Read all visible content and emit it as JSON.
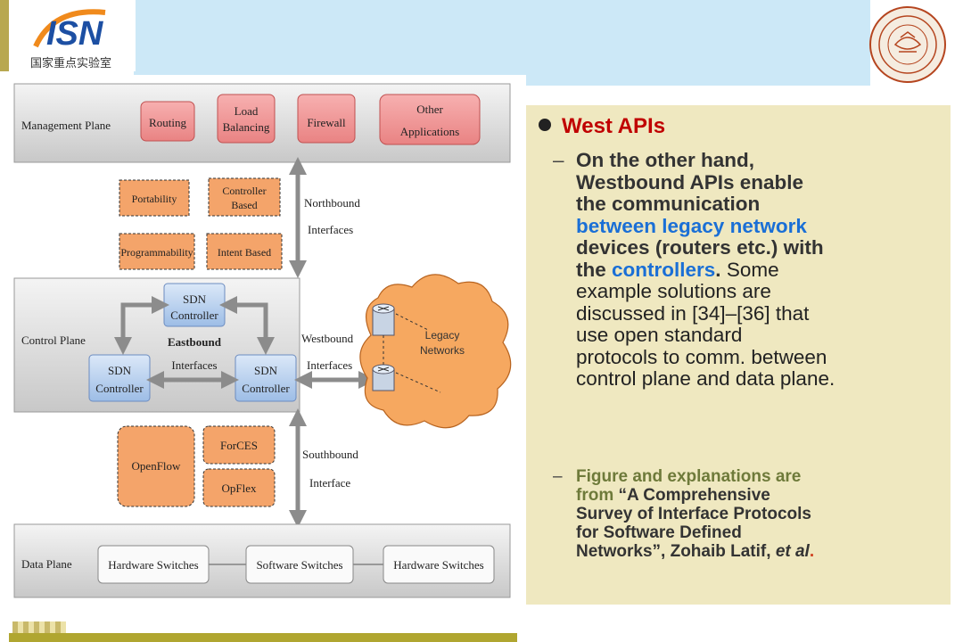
{
  "logo": {
    "text": "国家重点实验室",
    "wordmark": "ISN"
  },
  "diagram": {
    "planes": {
      "management": "Management Plane",
      "control": "Control Plane",
      "data": "Data Plane"
    },
    "apps": [
      "Routing",
      "Load",
      "Balancing",
      "Firewall",
      "Other",
      "Applications"
    ],
    "northbound_features": [
      "Portability",
      "Controller",
      "Based",
      "Programmability",
      "Intent Based"
    ],
    "interfaces": {
      "northbound": [
        "Northbound",
        "Interfaces"
      ],
      "westbound": [
        "Westbound",
        "Interfaces"
      ],
      "eastbound": [
        "Eastbound",
        "Interfaces"
      ],
      "southbound": [
        "Southbound",
        "Interface"
      ]
    },
    "controller": [
      "SDN",
      "Controller"
    ],
    "legacy": [
      "Legacy",
      "Networks"
    ],
    "southbound_protocols": [
      "OpenFlow",
      "ForCES",
      "OpFlex"
    ],
    "switches": [
      "Hardware Switches",
      "Software Switches",
      "Hardware Switches"
    ]
  },
  "notes": {
    "title": "West  APIs",
    "p1": {
      "l1": "On the other hand,",
      "l2": "Westbound APIs enable",
      "l3": "the communication",
      "l4": "between legacy network",
      "l5": "devices (routers etc.) with",
      "l6a": "the ",
      "l6b": "controllers",
      "l6c": ".",
      "l6d": " Some",
      "l7": "example solutions are",
      "l8": "discussed in [34]–[36] that",
      "l9": "use open  standard",
      "l10": "protocols to comm. between",
      "l11": "control plane and data plane."
    },
    "p2": {
      "l1": "Figure and explanations are",
      "l2a": "from ",
      "l2b": "“A Comprehensive",
      "l3": "Survey of Interface Protocols",
      "l4": "for Software Defined",
      "l5a": "Networks”, Zohaib Latif, ",
      "l5b": "et al",
      "l5c": "."
    }
  },
  "colors": {
    "header": "#cce8f7",
    "notes_bg": "#efe8c0",
    "title_red": "#c00000",
    "link_blue": "#1a6fd6",
    "citation_olive": "#6e7a3a",
    "app_box": "#f08d8d",
    "feature_box": "#f4a46a",
    "controller_box": "#a9c6ea"
  }
}
